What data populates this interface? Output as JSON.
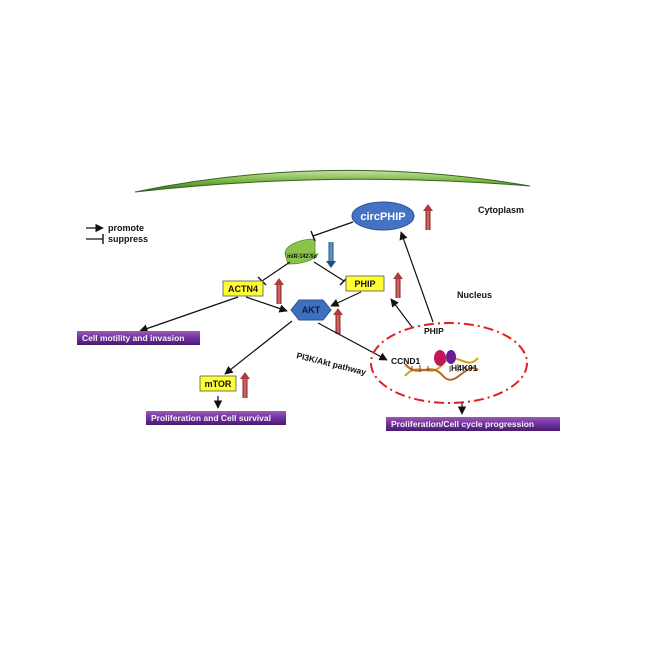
{
  "labels": {
    "cytoplasm": "Cytoplasm",
    "nucleus": "Nucleus",
    "promote": "promote",
    "suppress": "suppress",
    "pathway": "PI3K/Akt pathway"
  },
  "nodes": {
    "circphip": "circPHIP",
    "mir": "miR-142-5p",
    "actn4": "ACTN4",
    "phip": "PHIP",
    "akt": "AKT",
    "mtor": "mTOR",
    "phip_nuclear": "PHIP",
    "ccnd1": "CCND1",
    "h4k91": "H4K91"
  },
  "outcomes": {
    "motility": "Cell motility and invasion",
    "survival": "Proliferation and Cell survival",
    "cycle": "Proliferation/Cell cycle progression"
  },
  "colors": {
    "membrane": "#7cb342",
    "circ_fill": "#4472c4",
    "mir_fill": "#8bc34a",
    "yellow_box": "#ffff33",
    "akt_fill": "#3f6fbf",
    "up_arrow": "#c0392b",
    "down_arrow": "#2e75b6",
    "outcome_fill": "#7030a0",
    "nucleus_border": "#e02020"
  }
}
